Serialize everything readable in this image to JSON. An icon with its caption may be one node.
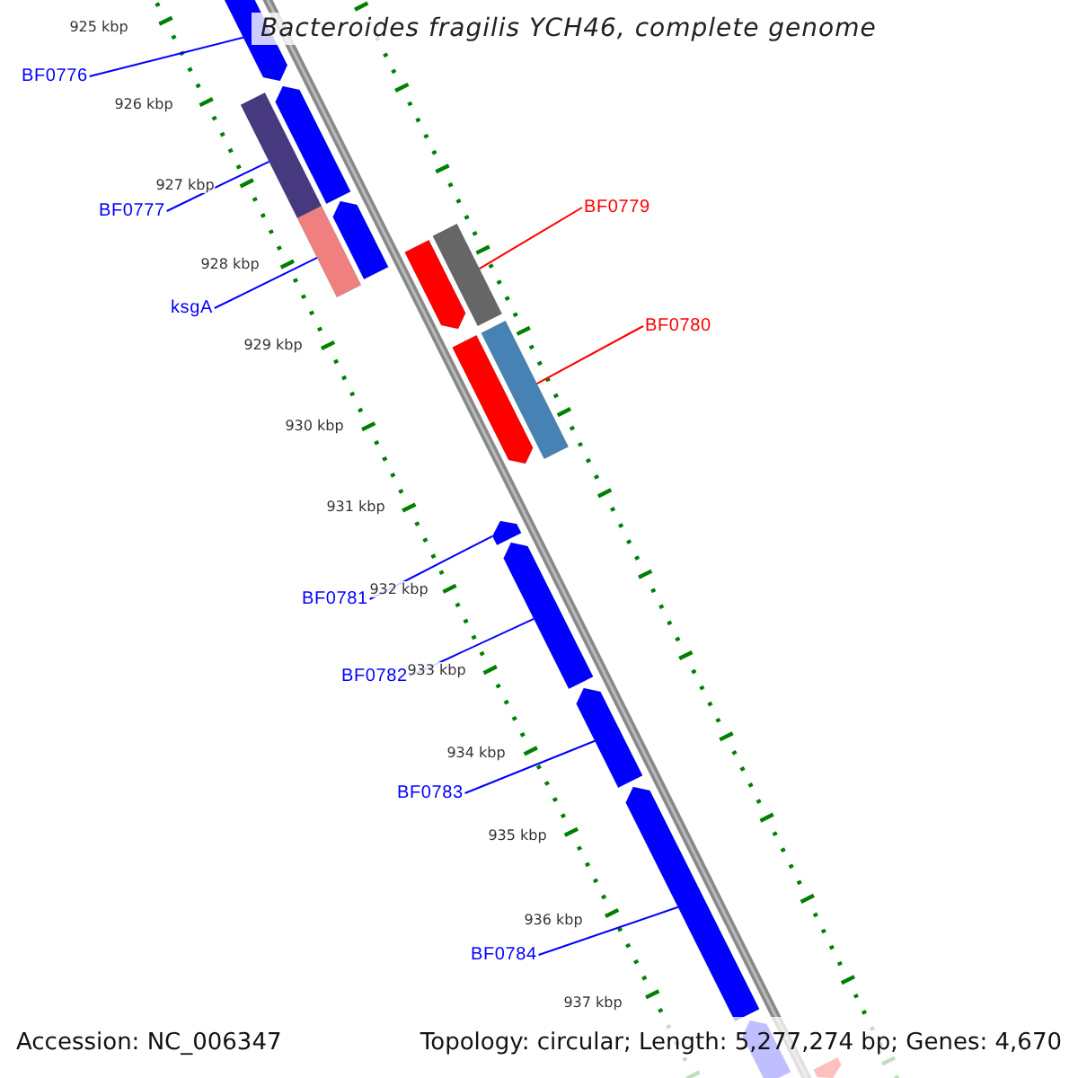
{
  "diagram": {
    "title": "Bacteroides fragilis YCH46, complete genome",
    "nodes": [
      {
        "text": [
          "BF0776"
        ]
      },
      {
        "text": [
          "BF0779"
        ]
      },
      {
        "text": [
          "BF0777"
        ]
      },
      {
        "text": [
          "ksgA"
        ]
      },
      {
        "text": [
          "BF0780"
        ]
      },
      {
        "text": [
          "BF0781"
        ]
      },
      {
        "text": [
          "BF0782"
        ]
      },
      {
        "text": [
          "BF0783"
        ]
      },
      {
        "text": [
          "BF0784"
        ]
      },
      {
        "text": [],
        "shape": "bar"
      },
      {
        "text": [],
        "shape": "bar"
      },
      {
        "text": [],
        "shape": "bar"
      },
      {
        "text": [],
        "shape": "bar"
      },
      {
        "text": [],
        "shape": "bar"
      },
      {
        "text": [],
        "shape": "bar"
      },
      {
        "text": [],
        "shape": "bar"
      },
      {
        "text": [],
        "shape": "bar"
      },
      {
        "text": [],
        "shape": "bar"
      },
      {
        "text": [],
        "shape": "bar"
      },
      {
        "text": [],
        "shape": "bar"
      },
      {
        "text": [],
        "shape": "bar"
      },
      {
        "text": [],
        "shape": "bar"
      },
      {
        "text": [],
        "shape": "bar"
      },
      {
        "text": [],
        "shape": "bar"
      }
    ],
    "edges": [
      {
        "from": 0,
        "to": 9,
        "arrow": "none"
      },
      {
        "from": 1,
        "to": 14,
        "arrow": "none",
        "color": "#ff0000"
      },
      {
        "from": 2,
        "to": 11,
        "arrow": "none"
      },
      {
        "from": 3,
        "to": 13,
        "arrow": "none"
      },
      {
        "from": 4,
        "to": 16,
        "arrow": "none",
        "color": "#ff0000"
      },
      {
        "from": 5,
        "to": 18,
        "arrow": "none"
      },
      {
        "from": 6,
        "to": 19,
        "arrow": "none"
      },
      {
        "from": 7,
        "to": 20,
        "arrow": "none"
      },
      {
        "from": 8,
        "to": 21,
        "arrow": "none"
      }
    ],
    "labels": [
      "925 kbp",
      "926 kbp",
      "927 kbp",
      "928 kbp",
      "929 kbp",
      "930 kbp",
      "931 kbp",
      "932 kbp",
      "933 kbp",
      "934 kbp",
      "935 kbp",
      "936 kbp",
      "937 kbp",
      "Accession: NC_006347",
      "Topology: circular; Length: 5,277,274 bp; Genes: 4,670"
    ]
  }
}
